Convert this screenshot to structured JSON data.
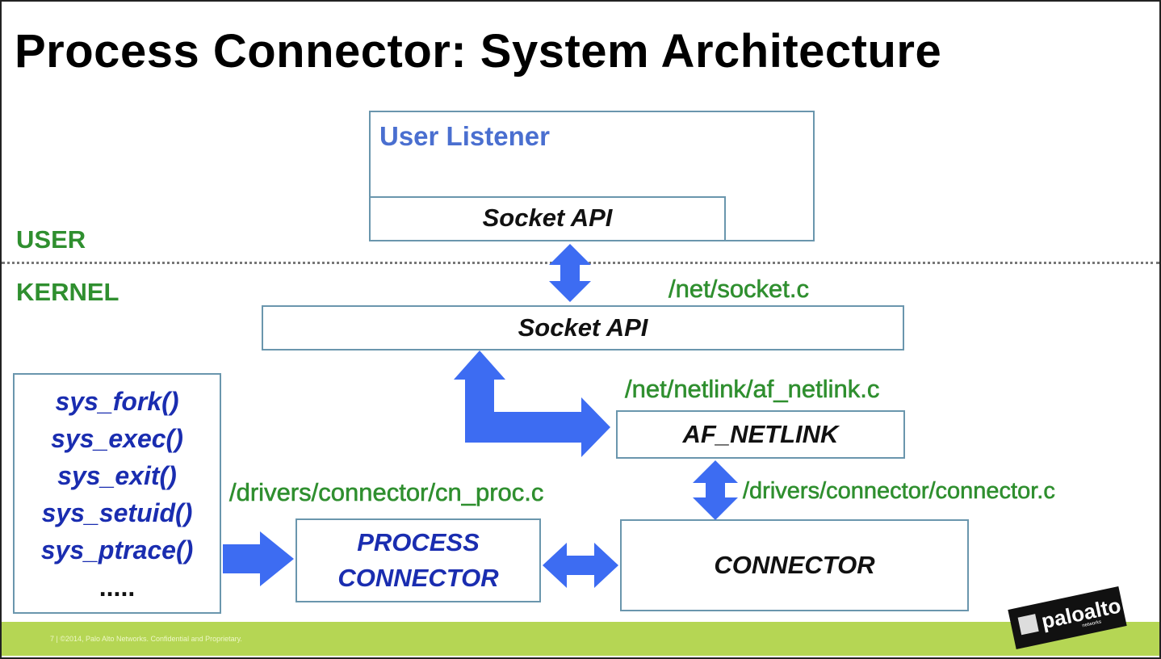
{
  "title": "Process Connector: System Architecture",
  "zones": {
    "user": "USER",
    "kernel": "KERNEL"
  },
  "user_listener": {
    "title": "User Listener",
    "socket_api": "Socket API"
  },
  "kernel_socket": {
    "label": "Socket API",
    "path": "/net/socket.c"
  },
  "af_netlink": {
    "label": "AF_NETLINK",
    "path": "/net/netlink/af_netlink.c"
  },
  "connector": {
    "label": "CONNECTOR",
    "path": "/drivers/connector/connector.c"
  },
  "process_connector": {
    "line1": "PROCESS",
    "line2": "CONNECTOR",
    "path": "/drivers/connector/cn_proc.c"
  },
  "syscalls": [
    "sys_fork()",
    "sys_exec()",
    "sys_exit()",
    "sys_setuid()",
    "sys_ptrace()",
    "....."
  ],
  "footer": {
    "text": "7  |  ©2014, Palo Alto Networks. Confidential and Proprietary."
  },
  "logo": {
    "text": "paloalto",
    "subtext": "networks"
  },
  "colors": {
    "arrow": "#3d6cf2",
    "path_text": "#2f8f2f",
    "zone_text": "#2f8f2f",
    "syscall_text": "#1a2db0",
    "footer_band": "#b5d654",
    "box_border": "#6a96ad"
  }
}
